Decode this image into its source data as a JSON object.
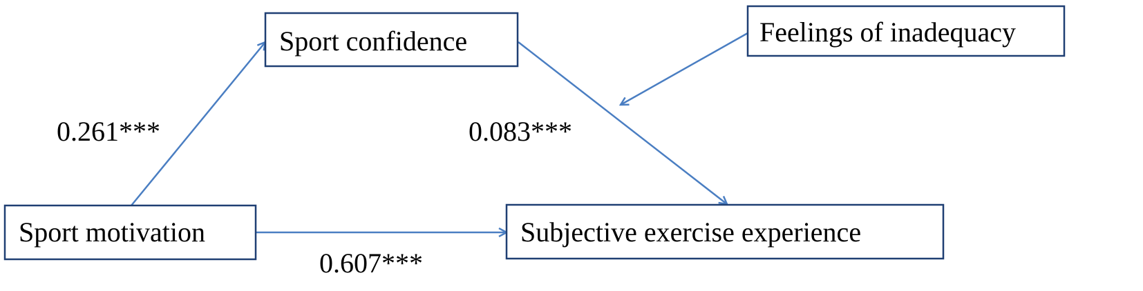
{
  "colors": {
    "box_border": "#1f3f73",
    "arrow": "#4a7ec2",
    "text": "#000000",
    "background": "#ffffff"
  },
  "nodes": {
    "sport_confidence": "Sport confidence",
    "feelings_of_inadequacy": "Feelings of inadequacy",
    "sport_motivation": "Sport motivation",
    "subjective_exercise_experience": "Subjective exercise experience"
  },
  "edges": {
    "motivation_to_confidence": {
      "from": "Sport motivation",
      "to": "Sport confidence",
      "label": "0.261***"
    },
    "confidence_to_experience": {
      "from": "Sport confidence",
      "to": "Subjective exercise experience",
      "label": "0.083***"
    },
    "motivation_to_experience": {
      "from": "Sport motivation",
      "to": "Subjective exercise experience",
      "label": "0.607***"
    },
    "inadequacy_moderation": {
      "from": "Feelings of inadequacy",
      "to": "Sport confidence → Subjective exercise experience path"
    }
  }
}
